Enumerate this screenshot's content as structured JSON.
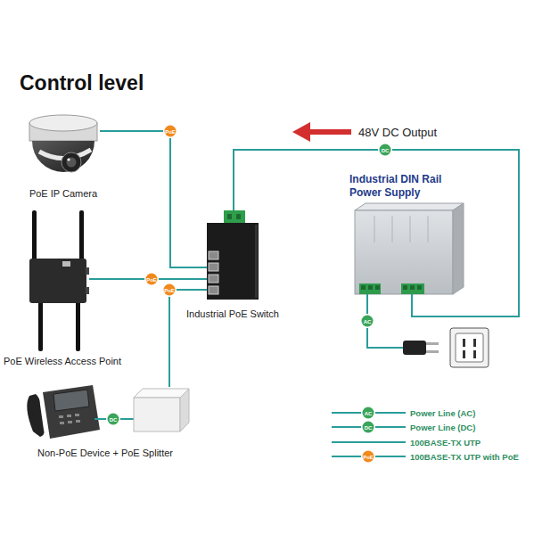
{
  "diagram": {
    "title": "Control level",
    "nodes": [
      {
        "text": [
          "PoE IP Camera"
        ]
      },
      {
        "text": [
          "PoE Wireless Access Point"
        ]
      },
      {
        "text": [
          "Non-PoE Device + PoE Splitter"
        ]
      },
      {
        "text": [
          "Industrial PoE Switch"
        ]
      },
      {
        "text": [
          "Industrial DIN Rail Power Supply"
        ]
      }
    ],
    "edges": [
      {
        "from": 0,
        "to": 3,
        "label": "PoE",
        "arrow": "none"
      },
      {
        "from": 1,
        "to": 3,
        "label": "PoE",
        "arrow": "none"
      },
      {
        "from": 2,
        "to": 3,
        "label": "PoE",
        "arrow": "none"
      },
      {
        "from": 4,
        "to": 3,
        "label": "DC",
        "arrow": "none"
      }
    ],
    "labels": [
      "48V DC Output",
      "DC",
      "AC",
      "AC",
      "DC",
      "PoE"
    ],
    "legend": [
      {
        "text": "Power Line (AC)"
      },
      {
        "text": "Power Line (DC)"
      },
      {
        "text": "100BASE-TX UTP"
      },
      {
        "text": "100BASE-TX UTP with PoE"
      }
    ]
  }
}
